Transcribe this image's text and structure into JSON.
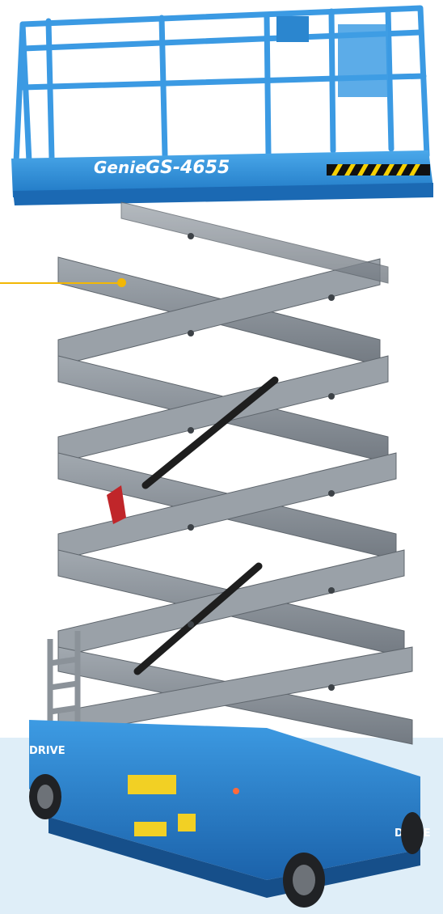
{
  "product": {
    "brand": "Genie",
    "model": "GS-4655",
    "drive_badge": "DRIVE"
  },
  "colors": {
    "chassis_blue": "#2f8fd8",
    "scissor_gray": "#8d949c",
    "callout_yellow": "#f2b705",
    "background_band": "#dfeef8"
  },
  "icons": {
    "callout": "callout-marker-icon"
  }
}
